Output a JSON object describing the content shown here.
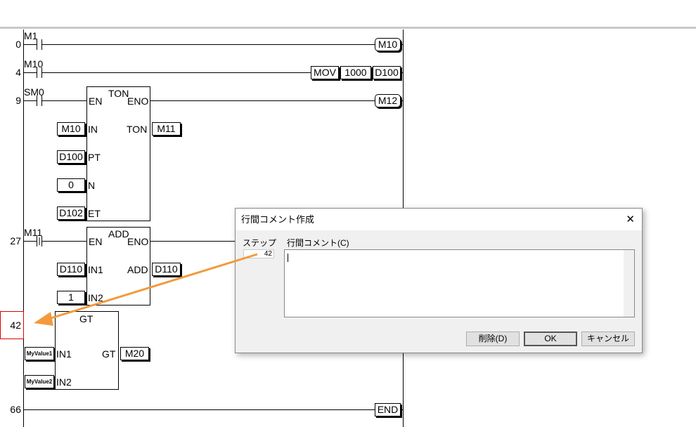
{
  "ladder": {
    "steps": [
      "0",
      "4",
      "9",
      "27",
      "42",
      "66"
    ],
    "rung0": {
      "contact": "M1",
      "coil": "M10"
    },
    "rung4": {
      "contact": "M10",
      "instr": "MOV",
      "src": "1000",
      "dst": "D100"
    },
    "rung9": {
      "contact": "SM0",
      "block": "TON",
      "en": "EN",
      "eno": "ENO",
      "coil": "M12",
      "in_label": "IN",
      "in_op": "M10",
      "pt_label": "PT",
      "pt_op": "D100",
      "n_label": "N",
      "n_op": "0",
      "et_label": "ET",
      "et_op": "D102",
      "out_label": "TON",
      "out_op": "M11"
    },
    "rung27": {
      "contact": "M11",
      "block": "ADD",
      "en": "EN",
      "eno": "ENO",
      "in1_label": "IN1",
      "in1_op": "D110",
      "in2_label": "IN2",
      "in2_op": "1",
      "out_label": "ADD",
      "out_op": "D110"
    },
    "rung42": {
      "block": "GT",
      "in1_label": "IN1",
      "in1_op": "MyValue1",
      "in2_label": "IN2",
      "in2_op": "MyValue2",
      "out_label": "GT",
      "out_op": "M20"
    },
    "rung66": {
      "end": "END"
    }
  },
  "dialog": {
    "title": "行間コメント作成",
    "close": "✕",
    "step_label": "ステップ",
    "step_value": "42",
    "comment_label": "行間コメント(C)",
    "comment_value": "",
    "delete": "削除(D)",
    "ok": "OK",
    "cancel": "キャンセル"
  },
  "colors": {
    "arrow": "#f39a3c",
    "highlight": "#e00000"
  }
}
